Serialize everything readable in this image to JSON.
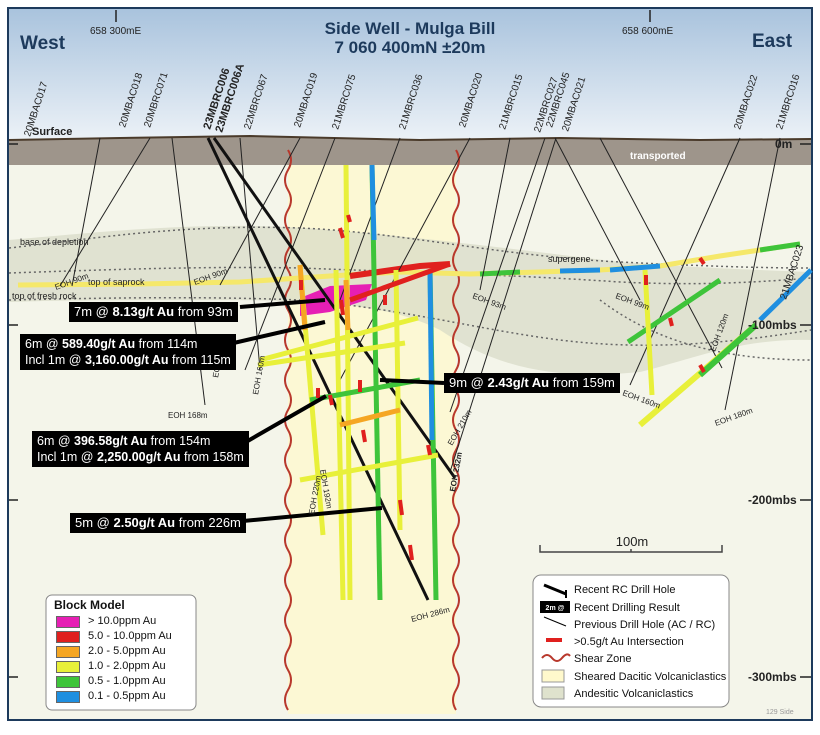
{
  "header": {
    "title_line1": "Side Well - Mulga Bill",
    "title_line2": "7 060 400mN ±20m",
    "west": "West",
    "east": "East",
    "easting_left": "658 300mE",
    "easting_right": "658 600mE"
  },
  "labels": {
    "surface": "Surface",
    "transported": "transported",
    "base_of_depletion": "base of depletion",
    "top_of_saprock": "top of saprock",
    "top_of_fresh_rock": "top of fresh rock",
    "supergene": "supergene",
    "depth_0": "0m",
    "depth_100": "-100mbs",
    "depth_200": "-200mbs",
    "depth_300": "-300mbs",
    "scale": "100m",
    "footer": "129 Side"
  },
  "holes": [
    "20MBAC017",
    "20MBAC018",
    "20MBRC071",
    "23MBRC006",
    "23MBRC006A",
    "22MBRC067",
    "20MBAC019",
    "21MBRC075",
    "21MBRC036",
    "20MBAC020",
    "21MBRC015",
    "22MBRC027",
    "22MBRC045",
    "20MBAC021",
    "20MBAC022",
    "21MBRC016",
    "21MBAC023"
  ],
  "eoh": [
    "EOH 90m",
    "EOH 90m",
    "EOH 168m",
    "EOH 160m",
    "EOH 160m",
    "EOH 93m",
    "EOH 99m",
    "EOH 120m",
    "EOH 160m",
    "EOH 180m",
    "EOH 192m",
    "EOH 220m",
    "EOH 210m",
    "EOH 232m",
    "EOH 286m"
  ],
  "results": {
    "r1": {
      "a": "7m @ ",
      "b": "8.13g/t Au",
      "c": " from 93m"
    },
    "r2a": {
      "a": "6m @ ",
      "b": "589.40g/t Au",
      "c": " from 114m"
    },
    "r2b": {
      "a": "Incl  1m @ ",
      "b": "3,160.00g/t Au",
      "c": " from 115m"
    },
    "r3": {
      "a": "9m @ ",
      "b": "2.43g/t Au",
      "c": " from 159m"
    },
    "r4a": {
      "a": "6m @ ",
      "b": "396.58g/t Au",
      "c": " from 154m"
    },
    "r4b": {
      "a": "Incl  1m @ ",
      "b": "2,250.00g/t Au",
      "c": " from 158m"
    },
    "r5": {
      "a": "5m @ ",
      "b": "2.50g/t Au",
      "c": " from 226m"
    }
  },
  "block_model": {
    "title": "Block Model",
    "items": [
      {
        "label": "> 10.0ppm Au",
        "color": "#e61fb4"
      },
      {
        "label": "5.0 - 10.0ppm Au",
        "color": "#e0201e"
      },
      {
        "label": "2.0 - 5.0ppm Au",
        "color": "#f5a623"
      },
      {
        "label": "1.0 - 2.0ppm Au",
        "color": "#e8f03a"
      },
      {
        "label": "0.5 - 1.0ppm Au",
        "color": "#3ec43a"
      },
      {
        "label": "0.1 - 0.5ppm Au",
        "color": "#1f8fe0"
      }
    ]
  },
  "legend": {
    "recent_rc": "Recent RC Drill Hole",
    "recent_result_tag": "2m @",
    "recent_result": "Recent Drilling Result",
    "previous": "Previous Drill Hole (AC / RC)",
    "intersection": ">0.5g/t Au Intersection",
    "shear": "Shear Zone",
    "sheared": "Sheared Dacitic Volcaniclastics",
    "andesitic": "Andesitic Volcaniclastics"
  },
  "colors": {
    "sky": "#c9d9ea",
    "ground": "#f1f3e2",
    "shear_band": "#fbf7d2",
    "transported": "#9d9287",
    "andesitic": "#dfe2cd",
    "sheared": "#fff9cc",
    "shear_line": "#c0392b"
  }
}
